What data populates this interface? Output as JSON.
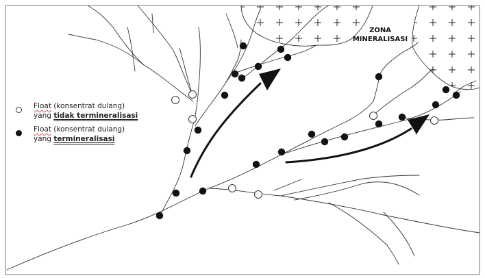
{
  "figure": {
    "zone_label_line1": "ZONA",
    "zone_label_line2": "MINERALISASI"
  },
  "legend": {
    "open_line1_prefix": "Float",
    "open_line1_rest": " (konsentrat dulang)",
    "open_line2_prefix": "yang ",
    "open_line2_bold": "tidak termineralisasi",
    "filled_line1_prefix": "Float",
    "filled_line1_rest": " (konsentrat dulang)",
    "filled_line2_prefix": "yang ",
    "filled_line2_bold": "termineralisasi"
  },
  "colors": {
    "line": "#333333",
    "filled_marker": "#111111",
    "open_marker_fill": "#ffffff",
    "background": "#ffffff"
  },
  "symbols": {
    "zone_fill": "plus-sign",
    "sample_mineralized": "filled-circle",
    "sample_unmineralized": "open-circle",
    "flow_direction": "curved-arrow"
  }
}
